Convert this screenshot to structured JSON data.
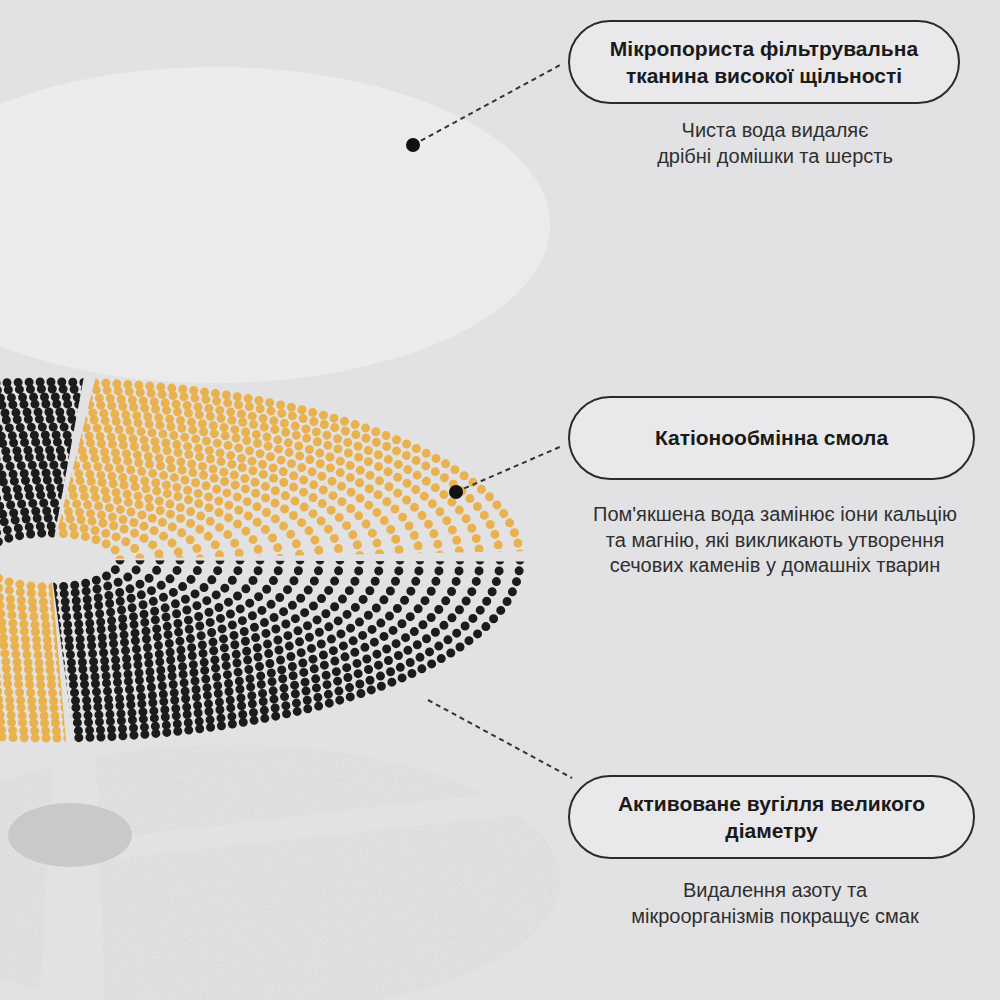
{
  "diagram": {
    "nodes": [
      {
        "text": [
          "Мікропориста фільтрувальна тканина високої щільності"
        ]
      },
      {
        "text": [
          "Катіонообмінна смола"
        ]
      },
      {
        "text": [
          "Активоване вугілля великого діаметру"
        ]
      }
    ],
    "labels": [
      "Чиста вода видаляє дрібні домішки та шерсть",
      "Пом'якшена вода замінює іони кальцію та магнію, які викликають утворення сечових каменів у домашніх тварин",
      "Видалення азоту та мікроорганізмів покращує смак"
    ]
  }
}
